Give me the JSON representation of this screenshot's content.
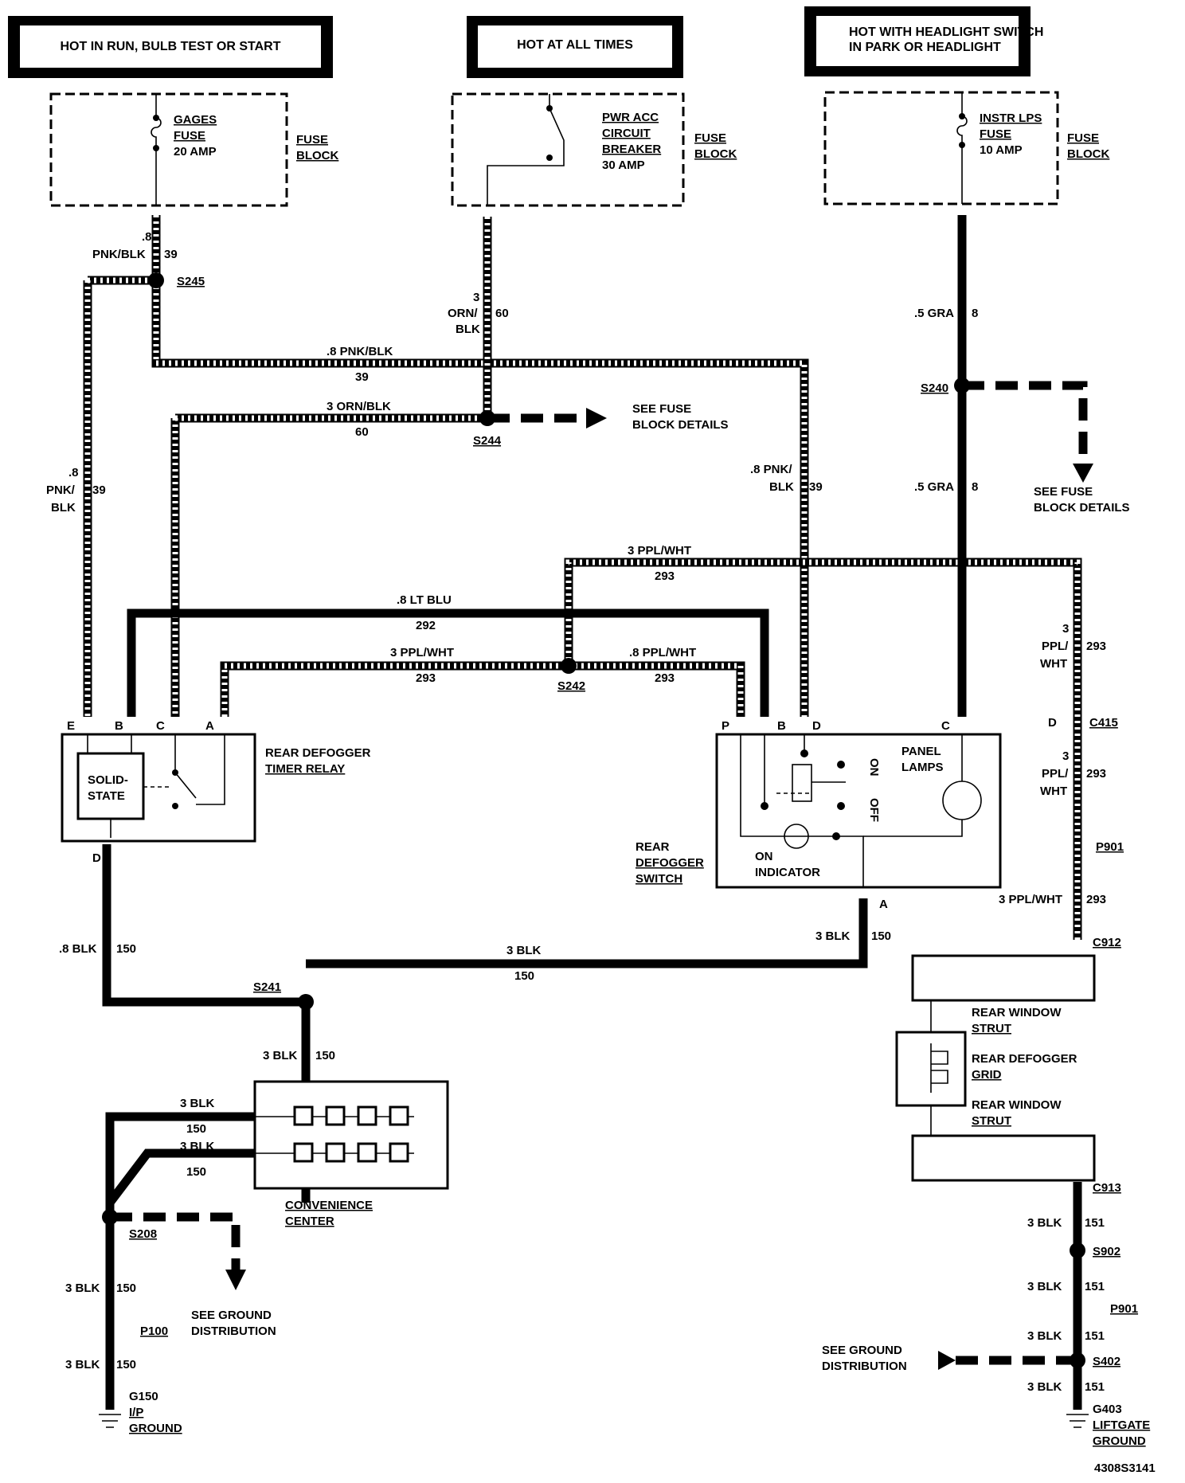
{
  "headers": {
    "run": "HOT IN RUN, BULB TEST OR START",
    "always": "HOT AT ALL TIMES",
    "headlight_l1": "HOT WITH HEADLIGHT SWITCH",
    "headlight_l2": "IN PARK OR HEADLIGHT"
  },
  "fuses": {
    "gages": [
      "GAGES",
      "FUSE",
      "20 AMP"
    ],
    "pwr_acc": [
      "PWR ACC",
      "CIRCUIT",
      "BREAKER",
      "30 AMP"
    ],
    "instr": [
      "INSTR LPS",
      "FUSE",
      "10 AMP"
    ],
    "fuse_block": [
      "FUSE",
      "BLOCK"
    ]
  },
  "wires": {
    "pnk_blk_08": ".8",
    "pnk_blk": "PNK/BLK",
    "pnk": "PNK/",
    "blk_short": "BLK",
    "c39": "39",
    "s245": "S245",
    "orn_3": "3",
    "orn": "ORN/",
    "c60": "60",
    "gra": ".5 GRA",
    "c8": "8",
    "s240": "S240",
    "pnk_blk_full": ".8 PNK/BLK",
    "orn_blk_full": "3 ORN/BLK",
    "s244": "S244",
    "see_fuse_1": "SEE FUSE",
    "see_fuse_2": "BLOCK DETAILS",
    "pnk_blk_sw": ".8 PNK/",
    "ppl_wht_3": "3 PPL/WHT",
    "c293": "293",
    "lt_blu": ".8 LT BLU",
    "c292": "292",
    "ppl_wht_08": ".8 PPL/WHT",
    "s242": "S242",
    "n3": "3",
    "ppl": "PPL/",
    "wht": "WHT",
    "c415": "C415",
    "p901": "P901",
    "c912": "C912",
    "blk_08": ".8 BLK",
    "c150": "150",
    "blk_3": "3 BLK",
    "s241": "S241",
    "s208": "S208",
    "p100": "P100",
    "g150": "G150",
    "ip": "I/P",
    "ground": "GROUND",
    "c913": "C913",
    "c151": "151",
    "s902": "S902",
    "s402": "S402",
    "g403": "G403",
    "liftgate": "LIFTGATE",
    "see_gnd_1": "SEE GROUND",
    "see_gnd_2": "DISTRIBUTION"
  },
  "pins": {
    "e": "E",
    "b": "B",
    "c": "C",
    "a": "A",
    "p": "P",
    "d": "D"
  },
  "components": {
    "relay_l1": "REAR DEFOGGER",
    "relay_l2": "TIMER RELAY",
    "solid_l1": "SOLID-",
    "solid_l2": "STATE",
    "switch_l1": "REAR",
    "switch_l2": "DEFOGGER",
    "switch_l3": "SWITCH",
    "on": "ON",
    "off": "OFF",
    "on_ind_1": "ON",
    "on_ind_2": "INDICATOR",
    "panel_l1": "PANEL",
    "panel_l2": "LAMPS",
    "conv_l1": "CONVENIENCE",
    "conv_l2": "CENTER",
    "strut_l1": "REAR WINDOW",
    "strut_l2": "STRUT",
    "grid_l1": "REAR DEFOGGER",
    "grid_l2": "GRID"
  },
  "doc_id": "4308S3141"
}
